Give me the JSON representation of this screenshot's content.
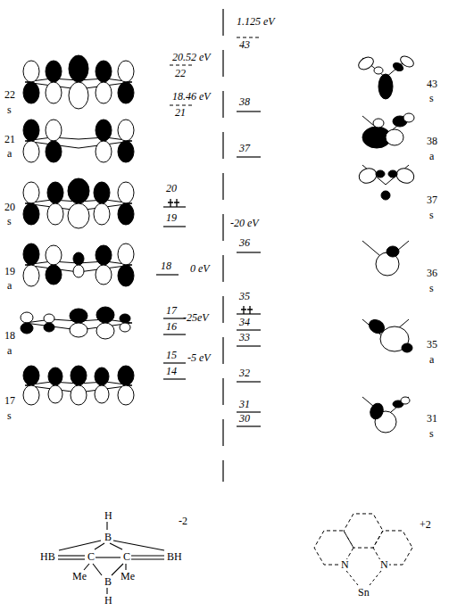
{
  "diagram": {
    "labels": [
      "22",
      "s",
      "21",
      "a",
      "20",
      "s",
      "19",
      "a",
      "18",
      "a",
      "17",
      "s",
      "20.52 eV",
      "22",
      "18.46 eV",
      "21",
      "20",
      "19",
      "18",
      "17",
      "16",
      "15",
      "14",
      "0 eV",
      "-5 eV",
      "1.125 eV",
      "43",
      "38",
      "37",
      "-20 eV",
      "36",
      "35",
      "-25eV",
      "34",
      "33",
      "32",
      "31",
      "30",
      "43",
      "s",
      "38",
      "a",
      "37",
      "s",
      "36",
      "s",
      "35",
      "a",
      "31",
      "s",
      "H",
      "-2",
      "B",
      "HB",
      "BH",
      "C",
      "C",
      "Me",
      "Me",
      "B",
      "H",
      "+2",
      "N",
      "N",
      "Sn"
    ]
  }
}
